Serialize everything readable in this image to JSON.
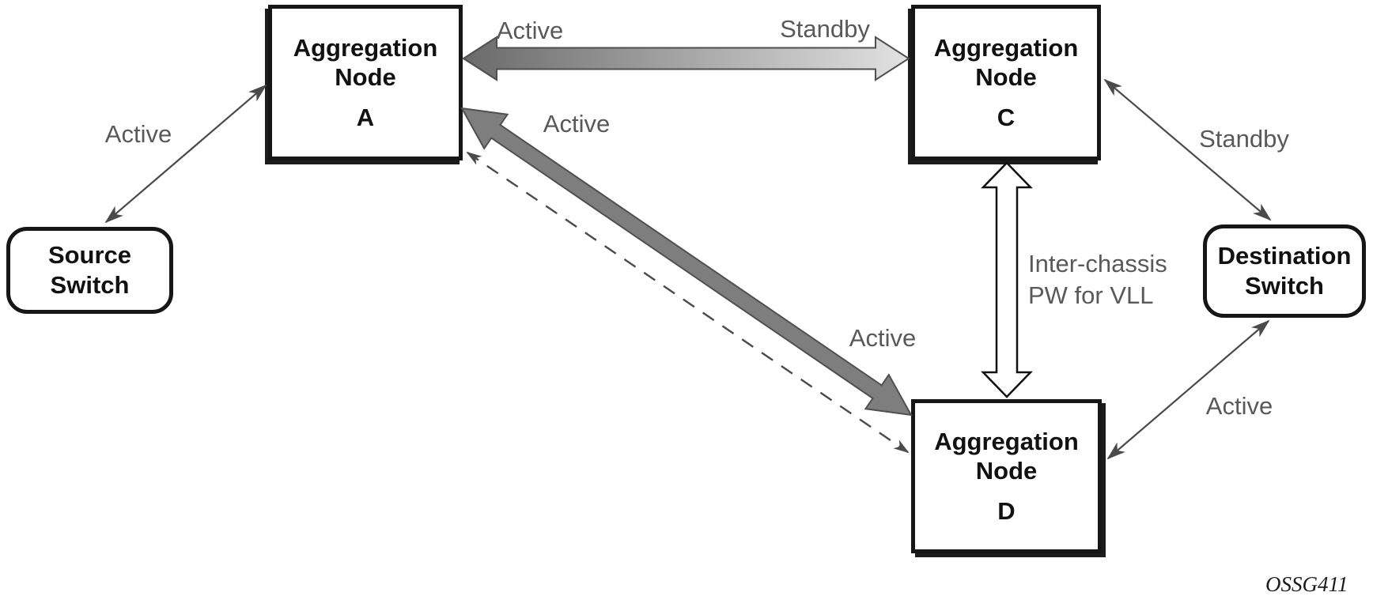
{
  "boxes": {
    "source": {
      "line1": "Source",
      "line2": "Switch"
    },
    "destination": {
      "line1": "Destination",
      "line2": "Switch"
    },
    "node_a": {
      "line1": "Aggregation",
      "line2": "Node",
      "letter": "A"
    },
    "node_c": {
      "line1": "Aggregation",
      "line2": "Node",
      "letter": "C"
    },
    "node_d": {
      "line1": "Aggregation",
      "line2": "Node",
      "letter": "D"
    }
  },
  "edge_labels": {
    "source_to_a": "Active",
    "a_to_c_left": "Active",
    "a_to_c_right": "Standby",
    "a_to_d_upper": "Active",
    "a_to_d_lower": "Active",
    "c_to_d_line1": "Inter-chassis",
    "c_to_d_line2": "PW for VLL",
    "c_to_destination": "Standby",
    "d_to_destination": "Active"
  },
  "watermark": "OSSG411",
  "colors": {
    "label_gray": "#595959",
    "thin_arrow": "#4a4a4a",
    "thick_arrow_fill": "#7e7e7e",
    "thick_arrow_stroke": "#4f4f4f",
    "gradient_dark": "#6a6a6a",
    "gradient_light": "#e2e2e2",
    "box_border": "#161616",
    "background": "#ffffff"
  }
}
